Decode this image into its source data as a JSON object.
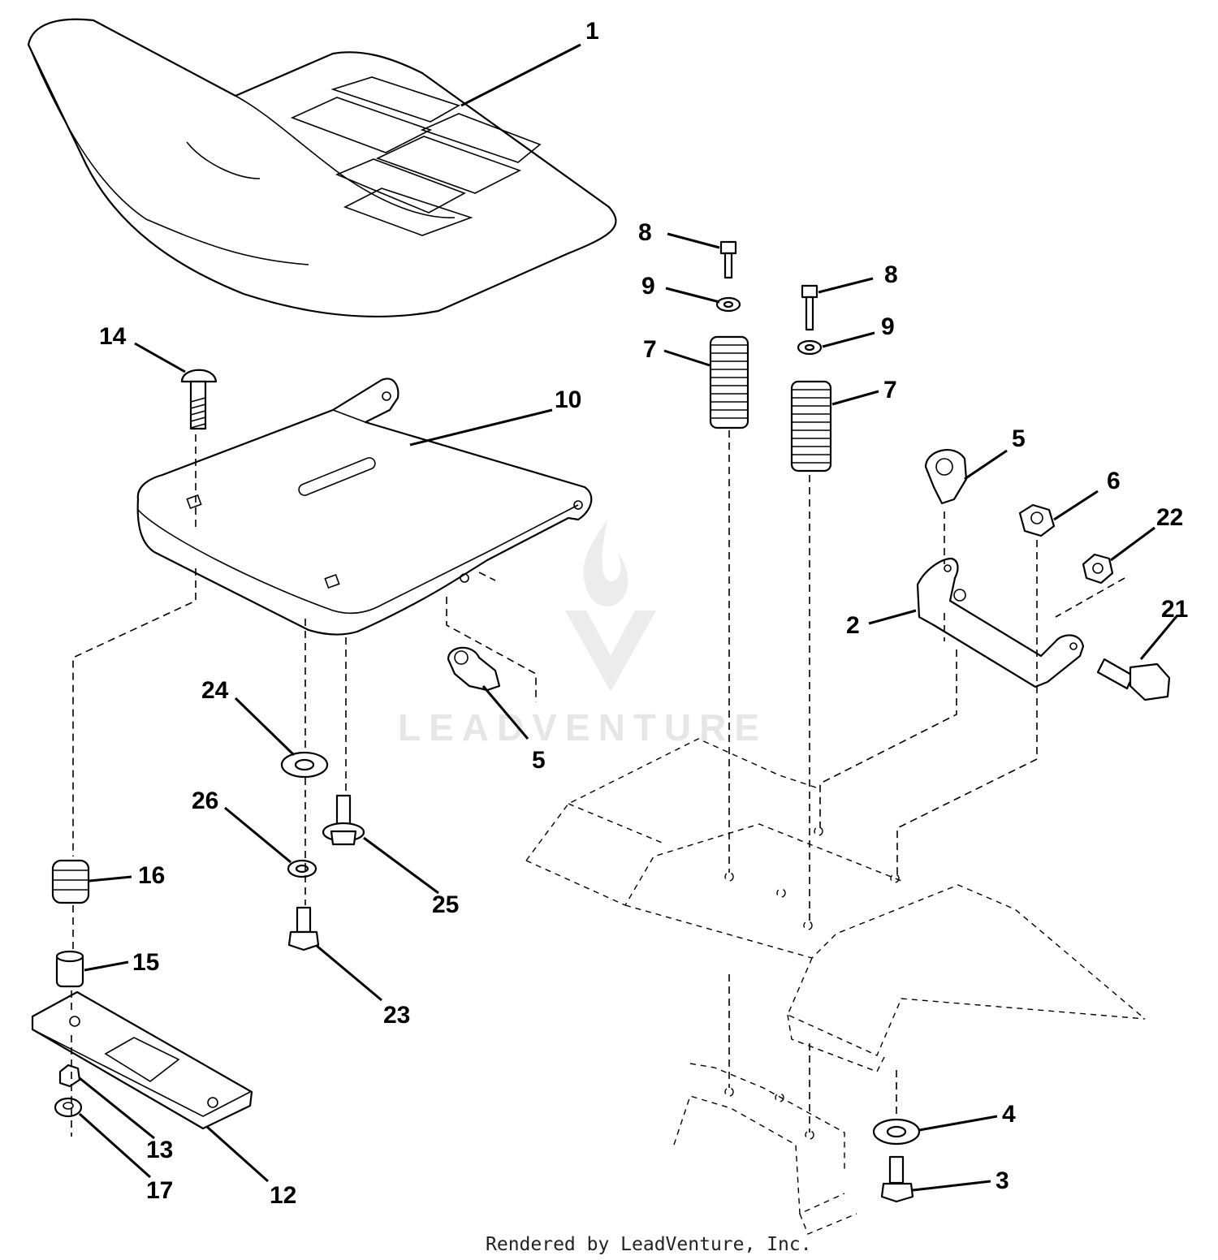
{
  "diagram": {
    "watermark_text": "LEADVENTURE",
    "credit": "Rendered by LeadVenture, Inc.",
    "callouts": [
      {
        "key": "seat",
        "label": "1"
      },
      {
        "key": "bolt-8a",
        "label": "8"
      },
      {
        "key": "washer-9a",
        "label": "9"
      },
      {
        "key": "spring-7a",
        "label": "7"
      },
      {
        "key": "bolt-8b",
        "label": "8"
      },
      {
        "key": "washer-9b",
        "label": "9"
      },
      {
        "key": "spring-7b",
        "label": "7"
      },
      {
        "key": "carriage-bolt",
        "label": "14"
      },
      {
        "key": "seat-pan",
        "label": "10"
      },
      {
        "key": "clip-right",
        "label": "5"
      },
      {
        "key": "locknut",
        "label": "6"
      },
      {
        "key": "nut-22",
        "label": "22"
      },
      {
        "key": "bracket",
        "label": "2"
      },
      {
        "key": "shoulder-bolt",
        "label": "21"
      },
      {
        "key": "washer-24",
        "label": "24"
      },
      {
        "key": "clip-left",
        "label": "5"
      },
      {
        "key": "lock-washer",
        "label": "26"
      },
      {
        "key": "screw-25",
        "label": "25"
      },
      {
        "key": "spring-16",
        "label": "16"
      },
      {
        "key": "spacer",
        "label": "15"
      },
      {
        "key": "bolt-23",
        "label": "23"
      },
      {
        "key": "washer-4",
        "label": "4"
      },
      {
        "key": "bolt-3",
        "label": "3"
      },
      {
        "key": "nut-13",
        "label": "13"
      },
      {
        "key": "nut-17",
        "label": "17"
      },
      {
        "key": "plate",
        "label": "12"
      }
    ]
  }
}
